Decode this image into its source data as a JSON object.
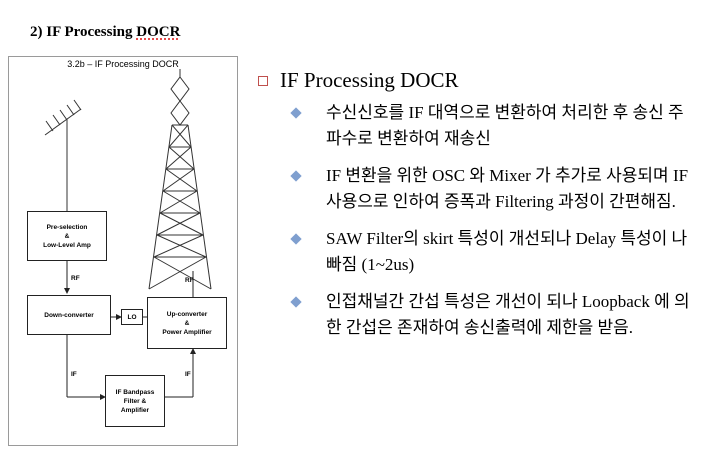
{
  "slide": {
    "heading_prefix": "2)  IF Processing ",
    "heading_ocr": "DOCR",
    "title": "IF Processing DOCR",
    "bullets": [
      "수신신호를 IF 대역으로 변환하여 처리한 후 송신 주파수로 변환하여 재송신",
      "IF 변환을 위한 OSC 와 Mixer 가 추가로 사용되며 IF 사용으로 인하여 증폭과 Filtering 과정이 간편해짐.",
      "SAW Filter의 skirt 특성이 개선되나 Delay 특성이 나빠짐 (1~2us)",
      "인접채널간 간섭 특성은 개선이 되나 Loopback 에 의한 간섭은 존재하여 송신출력에 제한을 받음."
    ]
  },
  "figure": {
    "caption": "3.2b – IF Processing DOCR",
    "blocks": {
      "preselection": "Pre-selection\n&\nLow-Level Amp",
      "downconverter": "Down-converter",
      "lo": "LO",
      "upconverter": "Up-converter\n&\nPower Amplifier",
      "if_bandpass": "IF Bandpass\nFilter &\nAmplifier"
    },
    "labels": {
      "rf_left": "RF",
      "rf_right": "RF",
      "if_left": "IF",
      "if_right": "IF"
    }
  },
  "colors": {
    "square_bullet": "#c0504d",
    "diamond_bullet": "#7f9fcf"
  }
}
